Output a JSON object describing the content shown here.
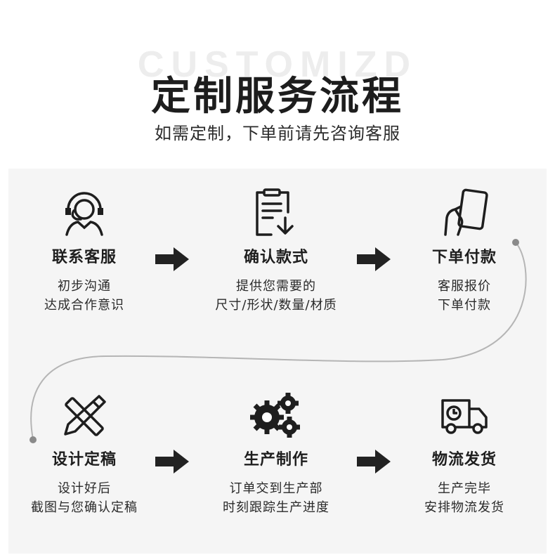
{
  "watermark": "CUSTOMIZD",
  "title": "定制服务流程",
  "subtitle": "如需定制，下单前请先咨询客服",
  "steps": [
    {
      "name": "联系客服",
      "line1": "初步沟通",
      "line2": "达成合作意识",
      "icon": "customer-service-headset-icon"
    },
    {
      "name": "确认款式",
      "line1": "提供您需要的",
      "line2": "尺寸/形状/数量/材质",
      "icon": "document-download-icon"
    },
    {
      "name": "下单付款",
      "line1": "客服报价",
      "line2": "下单付款",
      "icon": "hand-holding-card-icon"
    },
    {
      "name": "设计定稿",
      "line1": "设计好后",
      "line2": "截图与您确认定稿",
      "icon": "pencil-ruler-icon"
    },
    {
      "name": "生产制作",
      "line1": "订单交到生产部",
      "line2": "时刻跟踪生产进度",
      "icon": "gears-icon"
    },
    {
      "name": "物流发货",
      "line1": "生产完毕",
      "line2": "安排物流发货",
      "icon": "delivery-truck-icon"
    }
  ],
  "colors": {
    "text": "#1e1e1e",
    "panel": "#f5f5f5",
    "arrow": "#222222",
    "path": "#b5b5b5"
  }
}
